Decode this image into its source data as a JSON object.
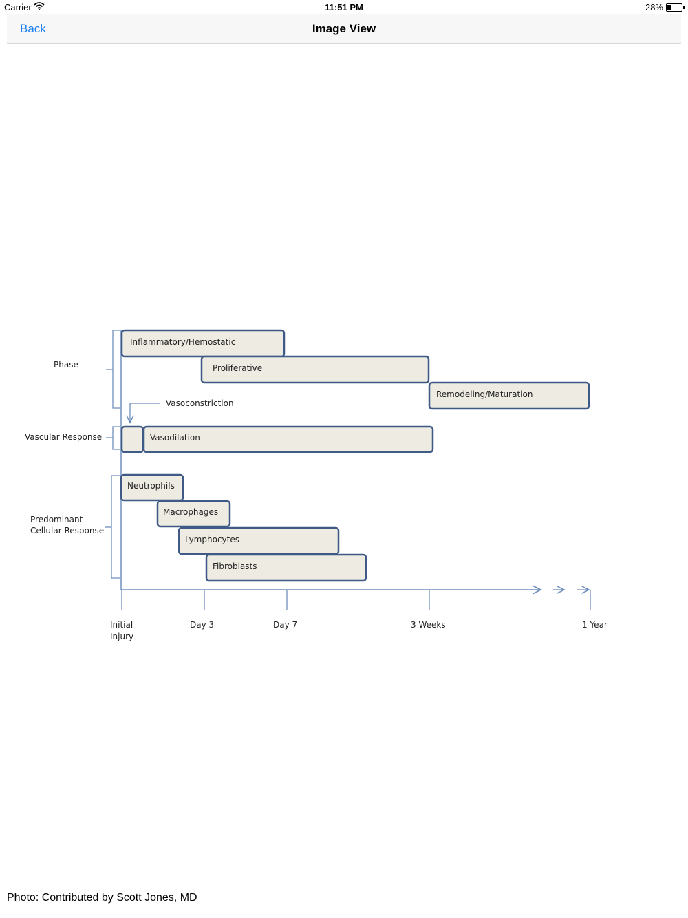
{
  "status_bar": {
    "carrier": "Carrier",
    "time": "11:51 PM",
    "battery": "28%",
    "battery_level": 0.28
  },
  "nav": {
    "back_label": "Back",
    "title": "Image View"
  },
  "figure": {
    "group_labels": {
      "phase": "Phase",
      "vascular": "Vascular Response",
      "cellular_line1": "Predominant",
      "cellular_line2": "Cellular Response"
    },
    "vasoconstriction": "Vasoconstriction",
    "bars": {
      "inflammatory": "Inflammatory/Hemostatic",
      "proliferative": "Proliferative",
      "remodeling": "Remodeling/Maturation",
      "vasodilation": "Vasodilation",
      "neutrophils": "Neutrophils",
      "macrophages": "Macrophages",
      "lymphocytes": "Lymphocytes",
      "fibroblasts": "Fibroblasts"
    },
    "axis": {
      "initial_line1": "Initial",
      "initial_line2": "Injury",
      "day3": "Day 3",
      "day7": "Day 7",
      "weeks3": "3 Weeks",
      "year1": "1 Year"
    },
    "colors": {
      "bar_fill": "#edebe2",
      "bar_stroke": "#3f5a86",
      "axis": "#6f8fbd"
    }
  },
  "caption": "Photo: Contributed by Scott Jones, MD"
}
